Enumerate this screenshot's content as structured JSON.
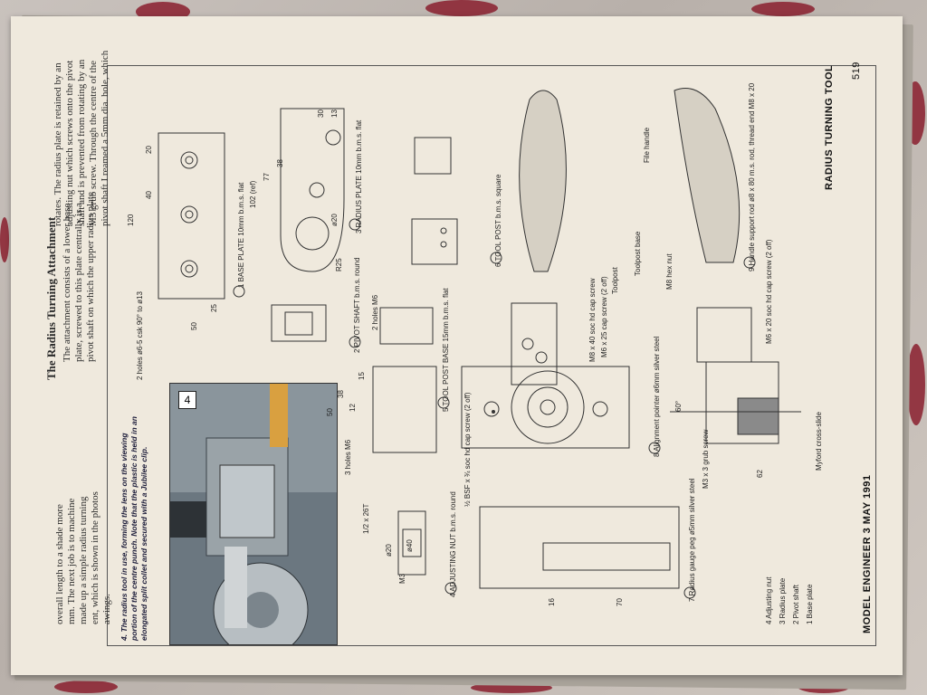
{
  "article": {
    "heading": "The Radius Turning Attachment",
    "col1_lines": [
      "overall length to a shade more",
      "mm. The next job is to machine",
      "made up a simple radius turning",
      "ent, which is shown in the photos",
      "awings."
    ],
    "col2_lines": [
      "The attachment consists of a lower base",
      "plate, screwed to this plate centrally is a",
      "pivot shaft on which the upper radius plate"
    ],
    "col3_lines": [
      "rotates. The radius plate is retained by an",
      "adjusting nut which screws onto the pivot",
      "shaft and is prevented from rotating by an",
      "M3 grub screw. Through the centre of the",
      "pivot shaft I reamed a 5mm dia. hole, which"
    ]
  },
  "photo": {
    "badge": "4",
    "caption_lines": [
      "4. The radius tool in use, forming the lens on the viewing",
      "portion of the centre punch. Note that the plastic is held in an",
      "elongated split collet and secured with a Jubilee clip."
    ]
  },
  "footer": {
    "journal": "MODEL ENGINEER 3 MAY 1991",
    "page_number": "519",
    "title": "RADIUS TURNING TOOL"
  },
  "drawing": {
    "parts": [
      {
        "num": "1",
        "name": "BASE PLATE",
        "spec": "10mm b.m.s. flat"
      },
      {
        "num": "2",
        "name": "PIVOT SHAFT",
        "spec": "b.m.s. round"
      },
      {
        "num": "3",
        "name": "RADIUS PLATE",
        "spec": "10mm b.m.s. flat"
      },
      {
        "num": "4",
        "name": "ADJUSTING NUT",
        "spec": "b.m.s. round"
      },
      {
        "num": "5",
        "name": "TOOL POST BASE",
        "spec": "15mm b.m.s. flat"
      },
      {
        "num": "6",
        "name": "TOOL POST",
        "spec": "b.m.s. square"
      },
      {
        "num": "7",
        "name": "Radius gauge peg",
        "spec": "ø5mm silver steel"
      },
      {
        "num": "8",
        "name": "Alignment pointer",
        "spec": "ø6mm silver steel"
      },
      {
        "num": "9",
        "name": "Handle support rod",
        "spec": "ø8 x 80 m.s. rod, thread end M8 x 20"
      }
    ],
    "key": [
      "4 Adjusting nut",
      "3 Radius plate",
      "2 Pivot shaft",
      "1 Base plate"
    ],
    "notes": [
      "2 holes ø6-5 csk 90° to ø13",
      "M3 x 3 grub screw",
      "Myford cross-slide",
      "File handle",
      "M8 hex nut",
      "Toolpost",
      "Toolpost base",
      "M8 x 40 soc hd cap screw",
      "M6 x 25 cap screw (2 off)",
      "M6 x 20 soc hd cap screw (2 off)",
      "3 holes M6",
      "2 holes M6",
      "½ BSF x ¾ soc hd cap screw (2 off)"
    ],
    "dims": [
      "120",
      "40",
      "20",
      "50",
      "25",
      "102 (ref)",
      "77",
      "38",
      "R25",
      "ø20",
      "13",
      "30",
      "50",
      "38",
      "15",
      "12",
      "62",
      "70",
      "16",
      "60°",
      "ø40",
      "ø20",
      "M3",
      "1/2 x 26T"
    ]
  }
}
